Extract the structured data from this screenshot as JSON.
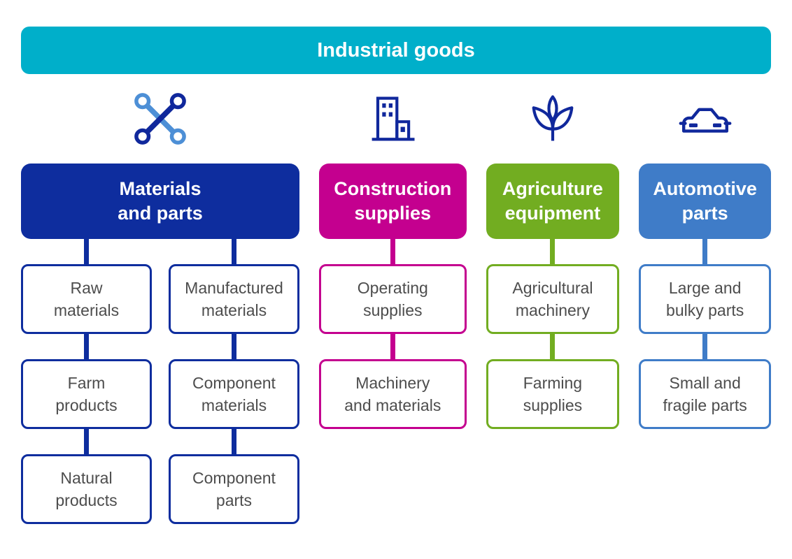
{
  "banner": {
    "title": "Industrial goods"
  },
  "colors": {
    "banner": "#00afca",
    "materials": "#0e2d9e",
    "construction": "#c4008f",
    "agriculture": "#72ad21",
    "automotive": "#3f7cc8",
    "child-text": "#4d4d4d",
    "icon-navy": "#10289c",
    "icon-lightblue": "#4d8fd6"
  },
  "columns": [
    {
      "label": "Materials\nand parts",
      "icon": "tools-icon",
      "children_left": [
        "Raw\nmaterials",
        "Farm\nproducts",
        "Natural\nproducts"
      ],
      "children_right": [
        "Manufactured\nmaterials",
        "Component\nmaterials",
        "Component\nparts"
      ]
    },
    {
      "label": "Construction\nsupplies",
      "icon": "buildings-icon",
      "children": [
        "Operating\nsupplies",
        "Machinery\nand materials"
      ]
    },
    {
      "label": "Agriculture\nequipment",
      "icon": "plant-icon",
      "children": [
        "Agricultural\nmachinery",
        "Farming\nsupplies"
      ]
    },
    {
      "label": "Automotive\nparts",
      "icon": "car-icon",
      "children": [
        "Large and\nbulky parts",
        "Small and\nfragile parts"
      ]
    }
  ]
}
